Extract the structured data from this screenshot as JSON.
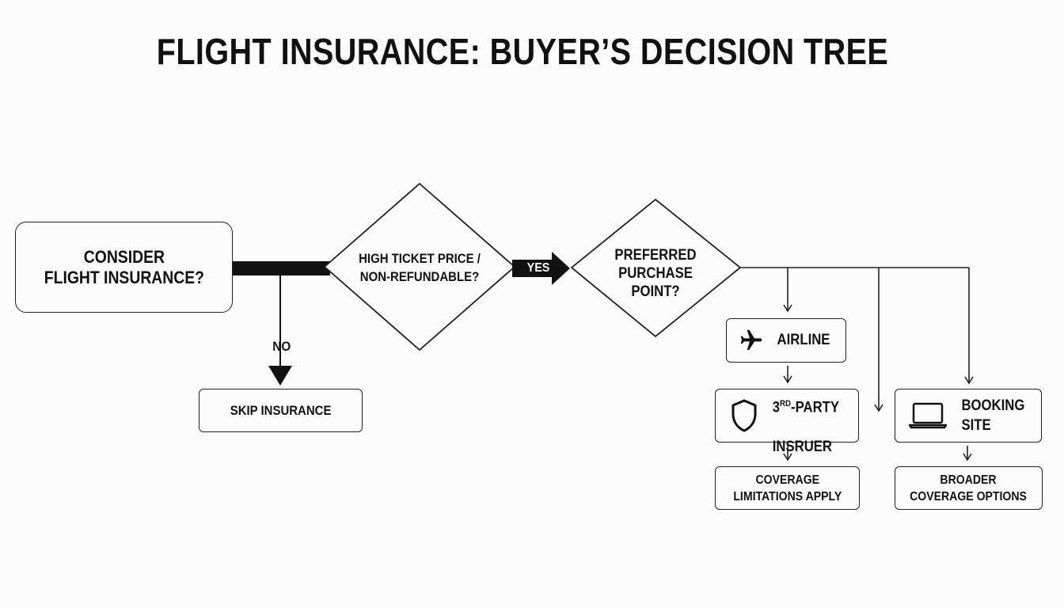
{
  "title": "FLIGHT INSURANCE: BUYER’S DECISION TREE",
  "nodes": {
    "start": "CONSIDER\nFLIGHT INSURANCE?",
    "skip": "SKIP INSURANCE",
    "decision_price": "HIGH TICKET PRICE /\nNON-REFUNDABLE?",
    "decision_point": "PREFERRED\nPURCHASE\nPOINT?",
    "airline": "AIRLINE",
    "third_party_prefix": "3",
    "third_party_sup": "RD",
    "third_party_line1_rest": "-PARTY",
    "third_party_line2": "INSRUER",
    "booking_site": "BOOKING\nSITE",
    "coverage_limits": "COVERAGE\nLIMITATIONS APPLY",
    "broader_coverage": "BROADER\nCOVERAGE OPTIONS"
  },
  "edge_labels": {
    "no": "NO",
    "yes": "YES"
  },
  "icons": {
    "airline": "airplane-icon",
    "third_party": "shield-icon",
    "booking_site": "laptop-icon"
  }
}
